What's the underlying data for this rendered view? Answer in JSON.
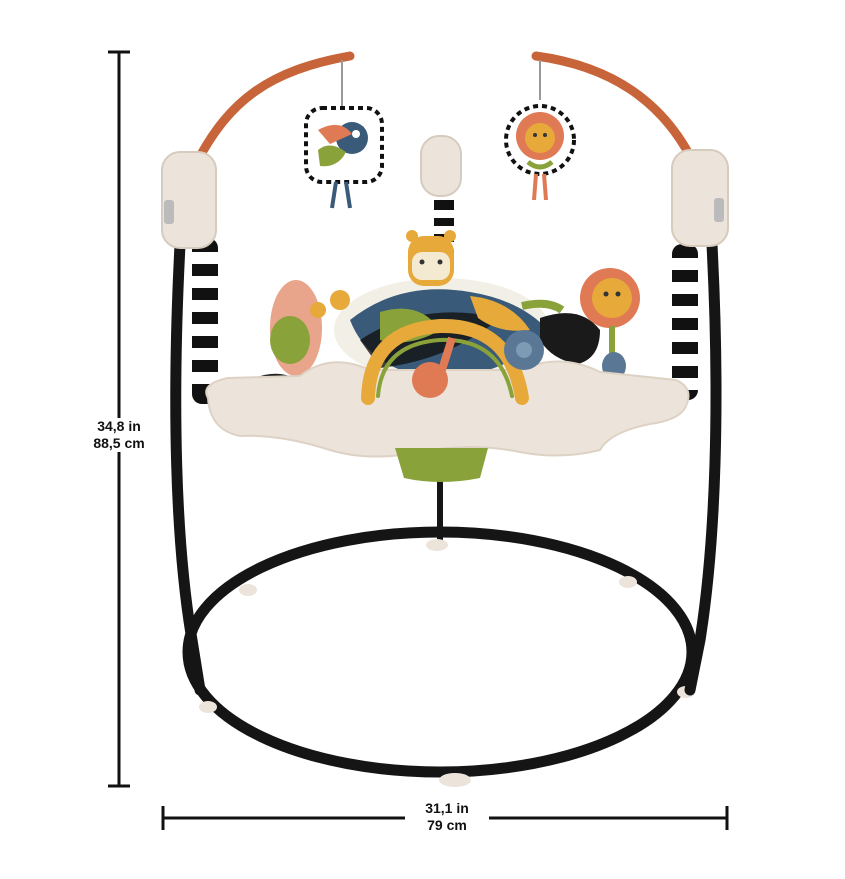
{
  "dimensions": {
    "height": {
      "imperial": "34,8 in",
      "metric": "88,5 cm"
    },
    "width": {
      "imperial": "31,1 in",
      "metric": "79 cm"
    }
  },
  "colors": {
    "frame": "#151515",
    "tray": "#ece4da",
    "arch": "#c8643a",
    "accent_green": "#8aa23a",
    "accent_yellow": "#e6a93a",
    "accent_coral": "#e07a55",
    "accent_blue": "#5a7896"
  },
  "icons": {
    "toucan_toy": "toucan-icon",
    "lion_toy": "lion-icon",
    "giraffe_toy": "giraffe-icon",
    "sunflower_lion_toy": "lion-flower-icon"
  }
}
